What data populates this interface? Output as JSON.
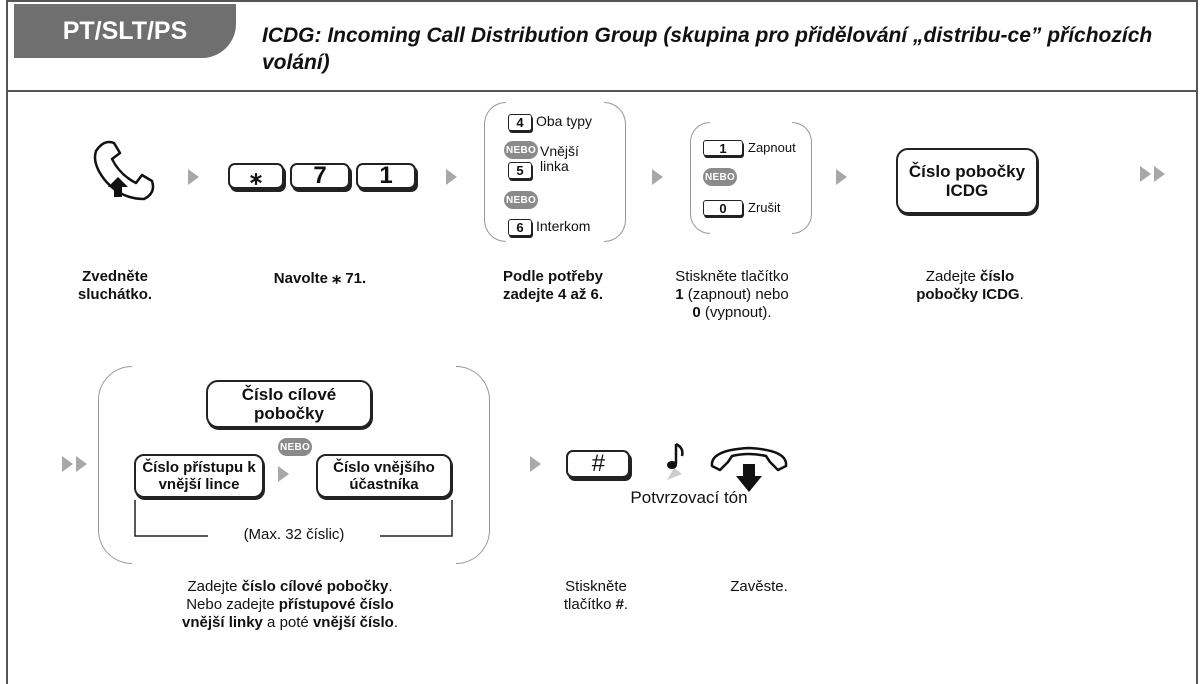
{
  "header": {
    "badge": "PT/SLT/PS",
    "title": "ICDG: Incoming Call Distribution Group (skupina pro přidělování „distribu-ce” příchozích volání)"
  },
  "step1": {
    "caption": "Zvedněte sluchátko."
  },
  "step2": {
    "keys": [
      "⁎",
      "7",
      "1"
    ],
    "caption_a": "Navolte ",
    "caption_sym": "⁎",
    "caption_b": "71",
    "caption_c": "."
  },
  "step3": {
    "options": [
      {
        "key": "4",
        "label": "Oba typy"
      },
      {
        "key": "5",
        "label": "Vnější linka"
      },
      {
        "key": "6",
        "label": "Interkom"
      }
    ],
    "nebo": "NEBO",
    "caption": [
      "Podle potřeby",
      "zadejte ",
      "4",
      " až ",
      "6",
      "."
    ]
  },
  "step4": {
    "options": [
      {
        "key": "1",
        "label": "Zapnout"
      },
      {
        "key": "0",
        "label": "Zrušit"
      }
    ],
    "nebo": "NEBO",
    "caption": [
      "Stiskněte tlačítko",
      "1",
      " (zapnout) nebo",
      "0",
      " (vypnout)."
    ]
  },
  "step5": {
    "box": "Číslo pobočky ICDG",
    "caption": [
      "Zadejte ",
      "číslo",
      "pobočky ICDG",
      "."
    ]
  },
  "step6": {
    "box_target": "Číslo cílové pobočky",
    "nebo": "NEBO",
    "box_access": "Číslo přístupu k vnější lince",
    "box_external": "Číslo vnějšího účastníka",
    "max_note": "(Max. 32 číslic)",
    "caption": [
      "Zadejte ",
      "číslo cílové pobočky",
      ".",
      "Nebo zadejte ",
      "přístupové číslo",
      "vnější linky",
      " a poté ",
      "vnější číslo",
      "."
    ]
  },
  "step7": {
    "key": "#",
    "caption": [
      "Stiskněte",
      "tlačítko ",
      "#",
      "."
    ]
  },
  "tone": {
    "label": "Potvrzovací tón"
  },
  "step8": {
    "caption": "Zavěste."
  }
}
